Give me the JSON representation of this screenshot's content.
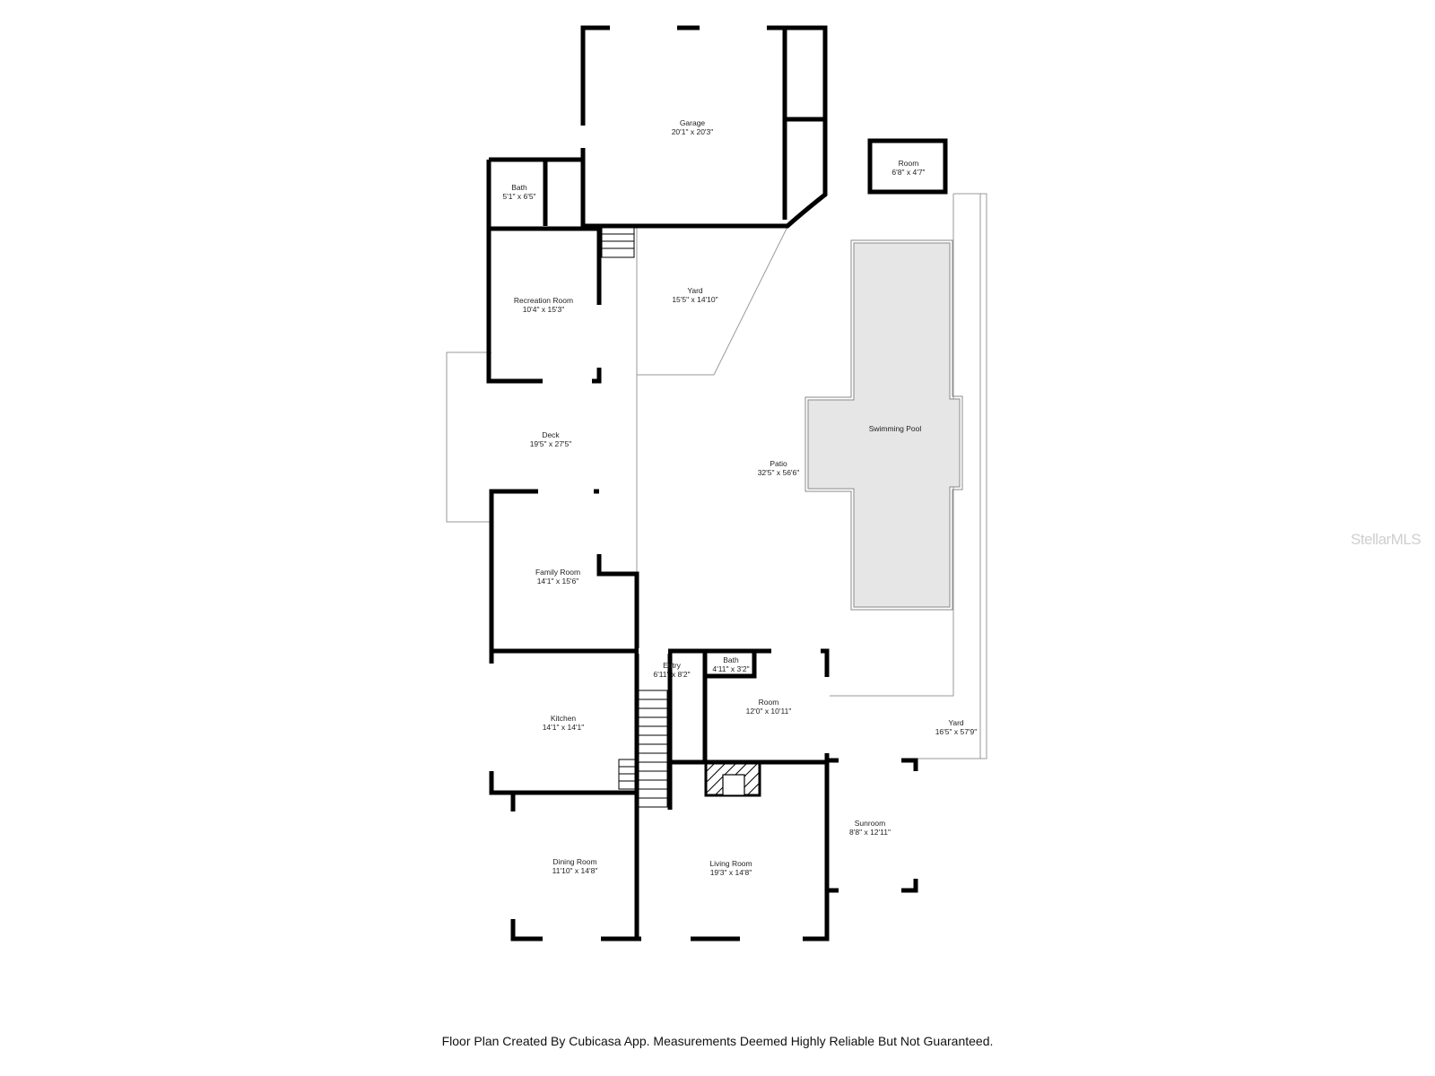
{
  "rooms": {
    "garage": {
      "name": "Garage",
      "size": "20'1\" x 20'3\""
    },
    "room_small": {
      "name": "Room",
      "size": "6'8\" x 4'7\""
    },
    "bath_top": {
      "name": "Bath",
      "size": "5'1\" x 6'5\""
    },
    "recreation": {
      "name": "Recreation Room",
      "size": "10'4\" x 15'3\""
    },
    "yard_top": {
      "name": "Yard",
      "size": "15'5\" x 14'10\""
    },
    "pool": {
      "name": "Swimming Pool"
    },
    "deck": {
      "name": "Deck",
      "size": "19'5\" x 27'5\""
    },
    "patio": {
      "name": "Patio",
      "size": "32'5\" x 56'6\""
    },
    "family": {
      "name": "Family Room",
      "size": "14'1\" x 15'6\""
    },
    "entry": {
      "name": "Entry",
      "size": "6'11\" x 8'2\""
    },
    "bath_bottom": {
      "name": "Bath",
      "size": "4'11\" x 3'2\""
    },
    "room_mid": {
      "name": "Room",
      "size": "12'0\" x 10'11\""
    },
    "yard_right": {
      "name": "Yard",
      "size": "16'5\" x 57'9\""
    },
    "kitchen": {
      "name": "Kitchen",
      "size": "14'1\" x 14'1\""
    },
    "sunroom": {
      "name": "Sunroom",
      "size": "8'8\" x 12'11\""
    },
    "dining": {
      "name": "Dining Room",
      "size": "11'10\" x 14'8\""
    },
    "living": {
      "name": "Living Room",
      "size": "19'3\" x 14'8\""
    }
  },
  "footer": "Floor Plan Created By Cubicasa App. Measurements Deemed Highly Reliable But Not Guaranteed.",
  "watermark": "StellarMLS",
  "colors": {
    "wall": "#000000",
    "pool_fill": "#e6e6e6",
    "thin_line": "#9a9a9a"
  }
}
